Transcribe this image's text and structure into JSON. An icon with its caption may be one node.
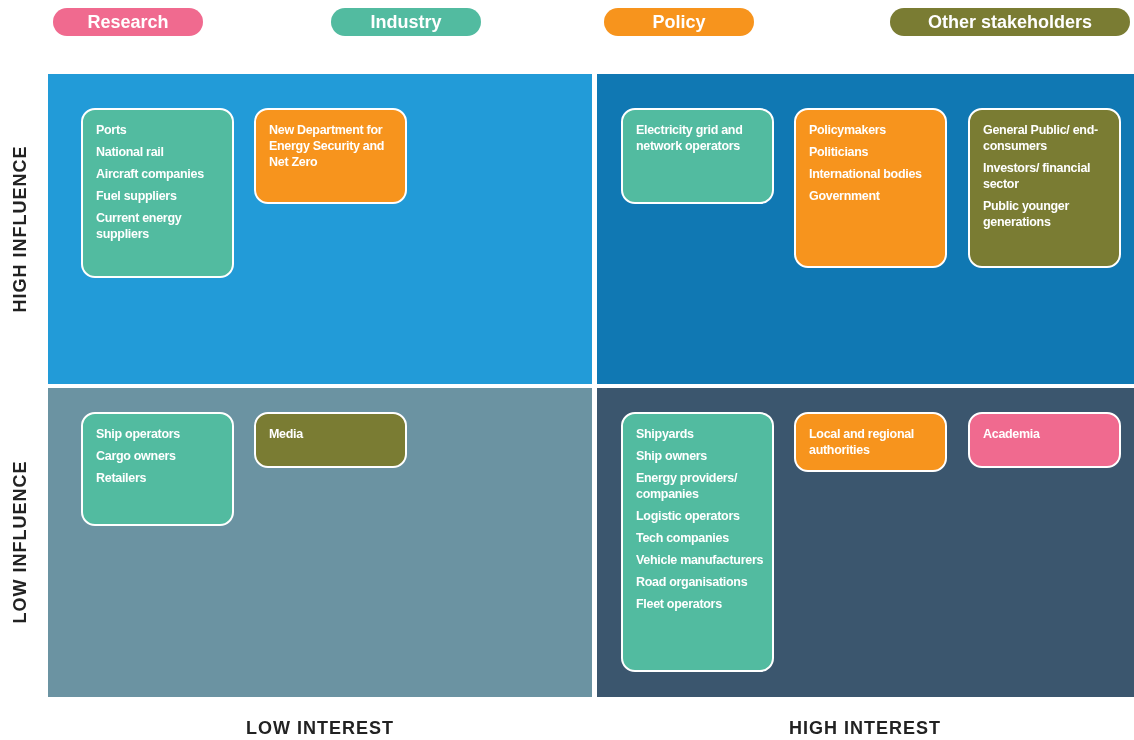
{
  "diagram": {
    "nodes": [
      {
        "text": [],
        "shape": "box"
      },
      {
        "text": [],
        "shape": "box"
      },
      {
        "text": [],
        "shape": "box"
      },
      {
        "text": [],
        "shape": "box"
      },
      {
        "text": [
          "Ports",
          "National rail",
          "Aircraft companies",
          "Fuel suppliers",
          "Current energy suppliers"
        ],
        "in": 0
      },
      {
        "text": [
          "New Department for Energy Security and Net Zero"
        ],
        "in": 0
      },
      {
        "text": [
          "Electricity grid and network operators"
        ],
        "in": 1
      },
      {
        "text": [
          "Policymakers",
          "Politicians",
          "International bodies",
          "Government"
        ],
        "in": 1
      },
      {
        "text": [
          "General Public/ end-consumers",
          "Investors/ financial sector",
          "Public younger generations"
        ],
        "in": 1
      },
      {
        "text": [
          "Ship operators",
          "Cargo owners",
          "Retailers"
        ],
        "in": 2
      },
      {
        "text": [
          "Media"
        ],
        "in": 2
      },
      {
        "text": [
          "Shipyards",
          "Ship owners",
          "Energy providers/ companies",
          "Logistic operators",
          "Tech companies",
          "Vehicle manufacturers",
          "Road organisations",
          "Fleet operators"
        ],
        "in": 3
      },
      {
        "text": [
          "Local and regional authorities"
        ],
        "in": 3
      },
      {
        "text": [
          "Academia"
        ],
        "in": 3
      }
    ],
    "labels": [
      "HIGH INFLUENCE",
      "LOW INFLUENCE",
      "LOW INTEREST",
      "HIGH INTEREST"
    ],
    "legend": [
      {
        "text": "Research",
        "color": "#f06a8f"
      },
      {
        "text": "Industry",
        "color": "#52bba0"
      },
      {
        "text": "Policy",
        "color": "#f7941d"
      },
      {
        "text": "Other stakeholders",
        "color": "#7a7c33"
      }
    ]
  }
}
